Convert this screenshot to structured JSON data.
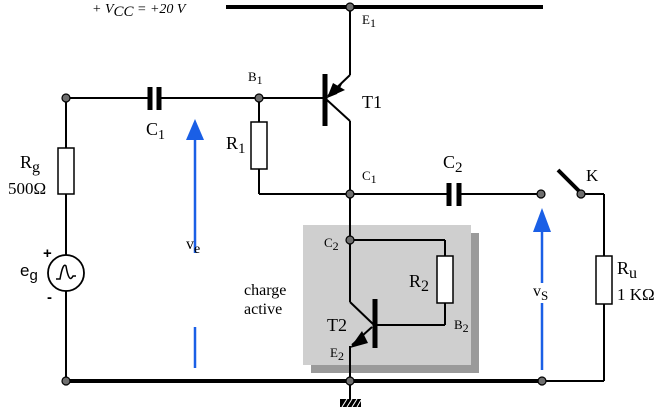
{
  "supply": {
    "label_prefix": "+ V",
    "label_sub": "CC",
    "label_suffix": " = +20 V"
  },
  "nodes": {
    "e1": {
      "main": "E",
      "sub": "1"
    },
    "b1": {
      "main": "B",
      "sub": "1"
    },
    "c1": {
      "main": "C",
      "sub": "1"
    },
    "c2": {
      "main": "C",
      "sub": "2"
    },
    "b2": {
      "main": "B",
      "sub": "2"
    },
    "e2": {
      "main": "E",
      "sub": "2"
    }
  },
  "components": {
    "t1": "T1",
    "t2": "T2",
    "c1_cap": {
      "main": "C",
      "sub": "1"
    },
    "c2_cap": {
      "main": "C",
      "sub": "2"
    },
    "r1": {
      "main": "R",
      "sub": "1"
    },
    "r2": {
      "main": "R",
      "sub": "2"
    },
    "rg": {
      "main": "R",
      "sub": "g",
      "value": "500Ω"
    },
    "ru": {
      "main": "R",
      "sub": "u",
      "value": "1 KΩ"
    },
    "switch": "K",
    "source": {
      "main": "e",
      "sub": "g",
      "plus": "+",
      "minus": "-"
    }
  },
  "voltages": {
    "ve": {
      "main": "v",
      "sub": "e"
    },
    "vs": {
      "main": "v",
      "sub": "S"
    }
  },
  "active_load": {
    "line1": "charge",
    "line2": "active"
  },
  "colors": {
    "arrow": "#1a5fe6",
    "box": "#cfcfcf",
    "box_shadow": "#9a9a9a",
    "node": "#6e6e6e"
  }
}
